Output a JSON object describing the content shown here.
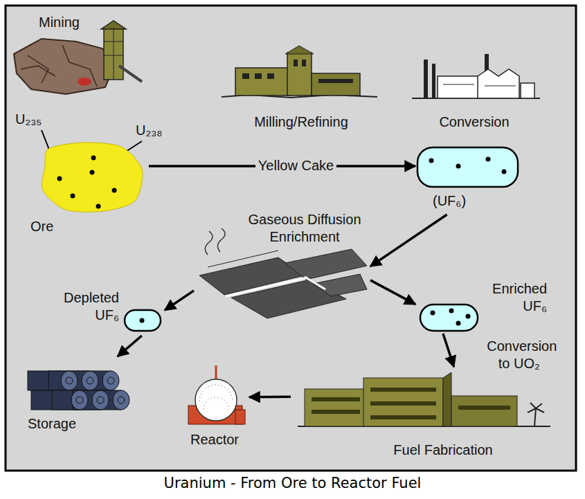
{
  "diagram": {
    "caption": "Uranium - From Ore to Reactor Fuel",
    "nodes": [
      {
        "text": [
          "Mining"
        ]
      },
      {
        "text": [
          "Ore"
        ]
      },
      {
        "text": [
          "Milling/Refining"
        ]
      },
      {
        "text": [
          "Conversion"
        ]
      },
      {
        "text": [
          "(UF₆)"
        ]
      },
      {
        "text": [
          "Gaseous Diffusion Enrichment"
        ]
      },
      {
        "text": [
          "Depleted UF₆"
        ]
      },
      {
        "text": [
          "Enriched UF₆"
        ]
      },
      {
        "text": [
          "Storage"
        ]
      },
      {
        "text": [
          "Reactor"
        ]
      },
      {
        "text": [
          "Fuel Fabrication"
        ]
      }
    ],
    "edges": [
      {
        "from": 1,
        "to": 4,
        "arrow": "to",
        "label": "Yellow Cake"
      },
      {
        "from": 4,
        "to": 5,
        "arrow": "to"
      },
      {
        "from": 5,
        "to": 6,
        "arrow": "to"
      },
      {
        "from": 5,
        "to": 7,
        "arrow": "to"
      },
      {
        "from": 6,
        "to": 8,
        "arrow": "to"
      },
      {
        "from": 7,
        "to": 10,
        "arrow": "to",
        "label": "Conversion to UO₂"
      },
      {
        "from": 10,
        "to": 9,
        "arrow": "to"
      }
    ],
    "labels": [
      "U₂₃₅",
      "U₂₃₈"
    ]
  }
}
